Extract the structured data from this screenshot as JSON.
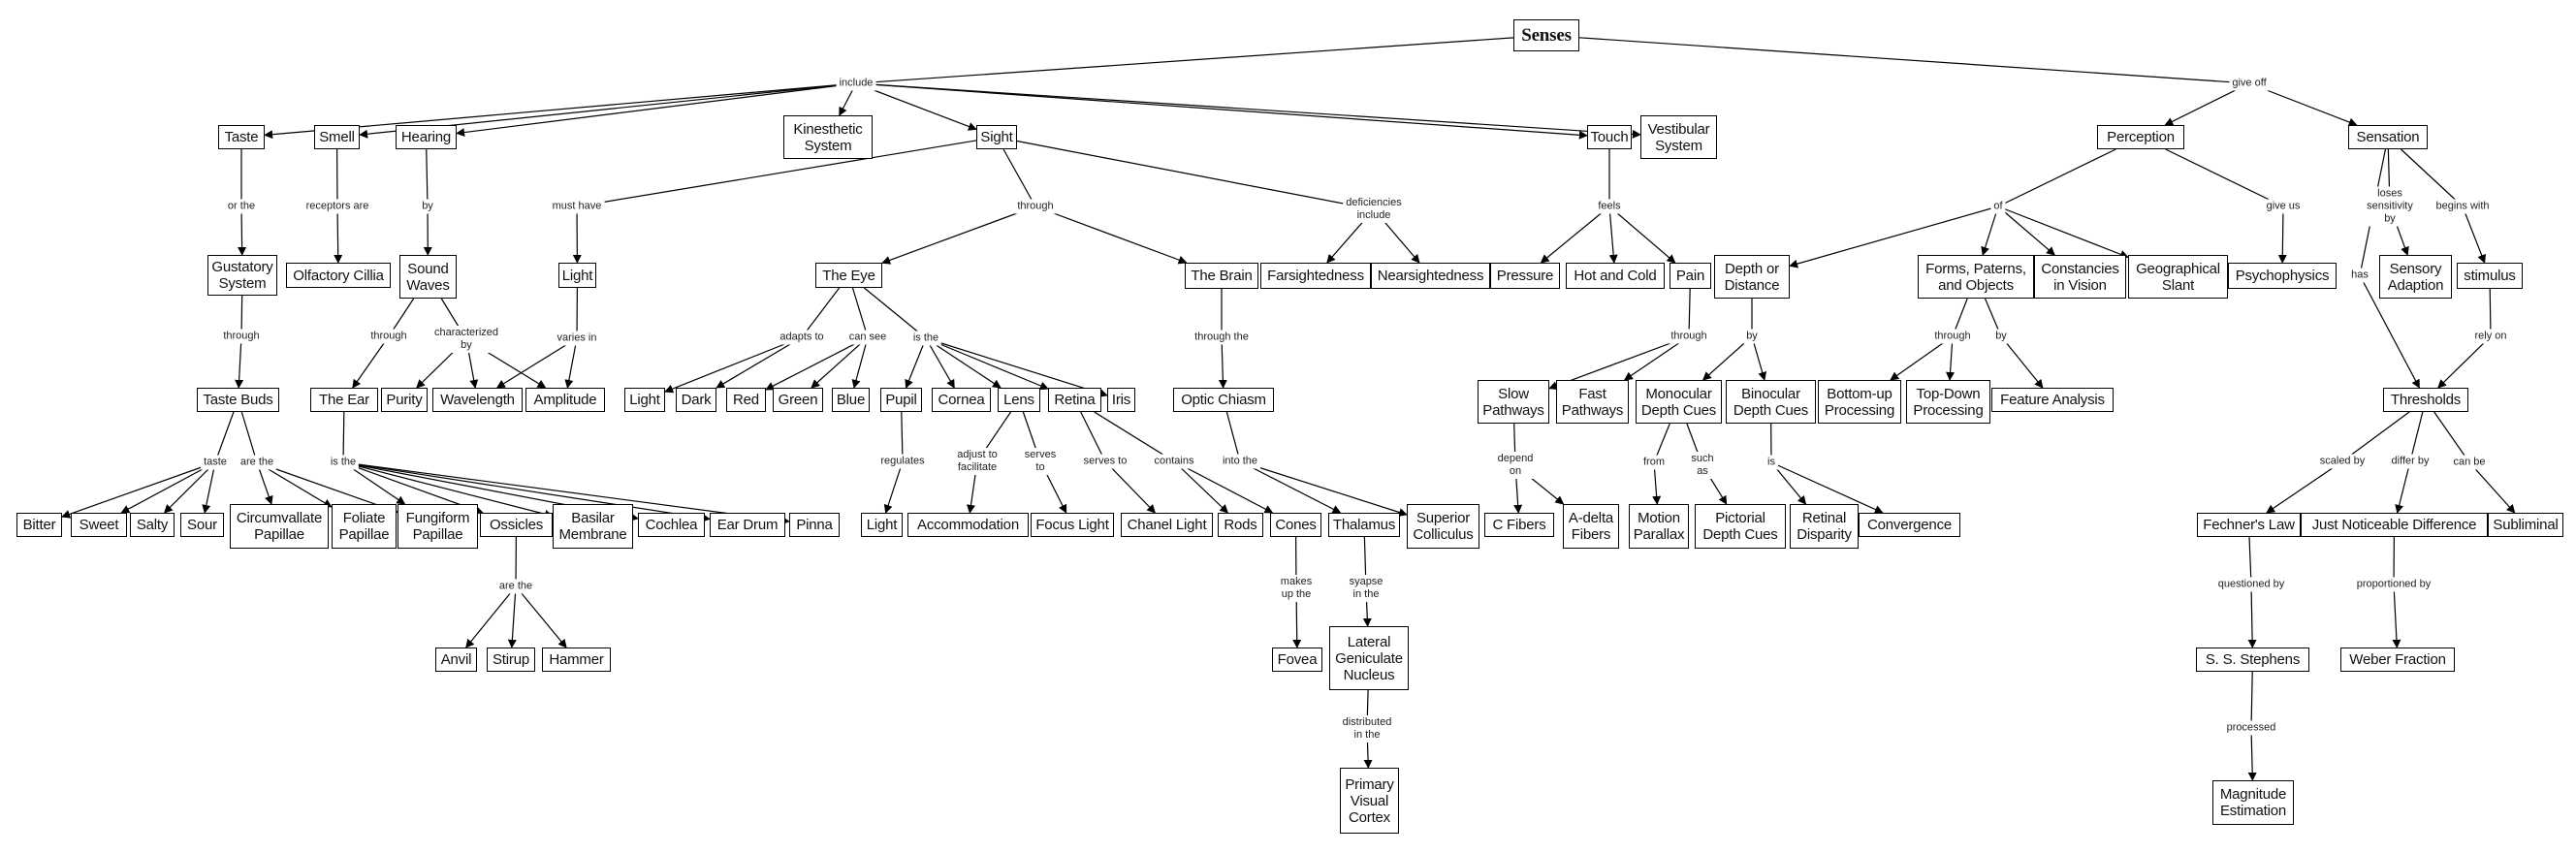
{
  "diagram": {
    "title": "Senses",
    "nodes": {
      "senses": "Senses",
      "taste": "Taste",
      "smell": "Smell",
      "hearing": "Hearing",
      "kinesthetic": "Kinesthetic\nSystem",
      "sight": "Sight",
      "touch": "Touch",
      "vestibular": "Vestibular\nSystem",
      "perception": "Perception",
      "sensation": "Sensation",
      "gustatory": "Gustatory\nSystem",
      "olfactory": "Olfactory Cillia",
      "soundwaves": "Sound\nWaves",
      "light1": "Light",
      "theeye": "The Eye",
      "thebrain": "The Brain",
      "farsight": "Farsightedness",
      "nearsight": "Nearsightedness",
      "pressure": "Pressure",
      "hotcold": "Hot and Cold",
      "pain": "Pain",
      "depth": "Depth or\nDistance",
      "forms": "Forms, Paterns,\nand Objects",
      "constancies": "Constancies\nin Vision",
      "geoslant": "Geographical\nSlant",
      "psychophysics": "Psychophysics",
      "sensoryadapt": "Sensory\nAdaption",
      "stimulus": "stimulus",
      "tastebuds": "Taste Buds",
      "theear": "The Ear",
      "purity": "Purity",
      "wavelength": "Wavelength",
      "amplitude": "Amplitude",
      "light2": "Light",
      "dark": "Dark",
      "red": "Red",
      "green": "Green",
      "blue": "Blue",
      "pupil": "Pupil",
      "cornea": "Cornea",
      "lens": "Lens",
      "retina": "Retina",
      "iris": "Iris",
      "opticchiasm": "Optic Chiasm",
      "slowpath": "Slow\nPathways",
      "fastpath": "Fast\nPathways",
      "monocular": "Monocular\nDepth Cues",
      "binocular": "Binocular\nDepth Cues",
      "bottomup": "Bottom-up\nProcessing",
      "topdown": "Top-Down\nProcessing",
      "feature": "Feature Analysis",
      "thresholds": "Thresholds",
      "bitter": "Bitter",
      "sweet": "Sweet",
      "salty": "Salty",
      "sour": "Sour",
      "circumvallate": "Circumvallate\nPapillae",
      "foliate": "Foliate\nPapillae",
      "fungiform": "Fungiform\nPapillae",
      "ossicles": "Ossicles",
      "basilar": "Basilar\nMembrane",
      "cochlea": "Cochlea",
      "eardrum": "Ear Drum",
      "pinna": "Pinna",
      "light3": "Light",
      "accommodation": "Accommodation",
      "focuslight": "Focus Light",
      "chanellight": "Chanel Light",
      "rods": "Rods",
      "cones": "Cones",
      "thalamus": "Thalamus",
      "superior": "Superior\nColliculus",
      "cfibers": "C Fibers",
      "adelta": "A-delta\nFibers",
      "motion": "Motion\nParallax",
      "pictorial": "Pictorial\nDepth Cues",
      "retinal": "Retinal\nDisparity",
      "convergence": "Convergence",
      "fechner": "Fechner's Law",
      "jnd": "Just Noticeable Difference",
      "subliminal": "Subliminal",
      "anvil": "Anvil",
      "stirup": "Stirup",
      "hammer": "Hammer",
      "fovea": "Fovea",
      "lgn": "Lateral\nGeniculate\nNucleus",
      "pvc": "Primary\nVisual\nCortex",
      "stephens": "S. S. Stephens",
      "weber": "Weber Fraction",
      "magnitude": "Magnitude\nEstimation"
    },
    "links": {
      "include": "include",
      "giveoff": "give off",
      "orthe": "or the",
      "receptors": "receptors are",
      "by_hearing": "by",
      "musthave": "must have",
      "through_sight": "through",
      "deficiencies": "deficiencies\ninclude",
      "feels": "feels",
      "of": "of",
      "giveus": "give us",
      "has": "has",
      "loses": "loses\nsensitivity\nby",
      "beginswith": "begins with",
      "through_gust": "through",
      "through_sw": "through",
      "characterized": "characterized\nby",
      "variesin": "varies in",
      "adaptsto": "adapts to",
      "cansee": "can see",
      "isthe_eye": "is the",
      "throughthe_brain": "through the",
      "through_pain": "through",
      "by_depth": "by",
      "through_forms": "through",
      "by_forms": "by",
      "relyon": "rely on",
      "taste": "taste",
      "arethe_tb": "are the",
      "isthe_ear": "is the",
      "regulates": "regulates",
      "adjust": "adjust to\nfacilitate",
      "servesto_lens": "serves\nto",
      "servesto_retina": "serves to",
      "contains": "contains",
      "intothe": "into the",
      "depend": "depend\non",
      "from": "from",
      "suchas": "such\nas",
      "is_bin": "is",
      "scaledby": "scaled by",
      "differby": "differ by",
      "canbe": "can be",
      "arethe_oss": "are the",
      "makesup": "makes\nup the",
      "syapse": "syapse\nin the",
      "distributed": "distributed\nin the",
      "questioned": "questioned by",
      "proportioned": "proportioned by",
      "processed": "processed"
    }
  }
}
